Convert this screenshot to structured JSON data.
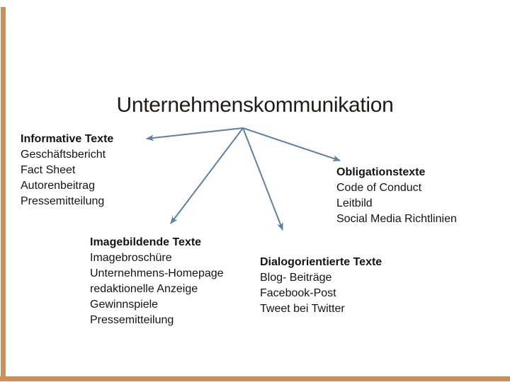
{
  "slide": {
    "title": "Unternehmenskommunikation",
    "colors": {
      "accent_border": "#cc8f57",
      "connector_line": "#5e80a8",
      "text": "#161310"
    },
    "groups": [
      {
        "header": "Informative Texte",
        "items": [
          "Geschäftsbericht",
          "Fact Sheet",
          "Autorenbeitrag",
          "Pressemitteilung"
        ]
      },
      {
        "header": "Obligationstexte",
        "items": [
          "Code of Conduct",
          "Leitbild",
          "Social Media Richtlinien"
        ]
      },
      {
        "header": "Imagebildende Texte",
        "items": [
          "Imagebroschüre",
          "Unternehmens-Homepage",
          "redaktionelle Anzeige",
          "Gewinnspiele",
          "Pressemitteilung"
        ]
      },
      {
        "header": "Dialogorientierte Texte",
        "items": [
          "Blog- Beiträge",
          "Facebook-Post",
          "Tweet bei Twitter"
        ]
      }
    ]
  }
}
